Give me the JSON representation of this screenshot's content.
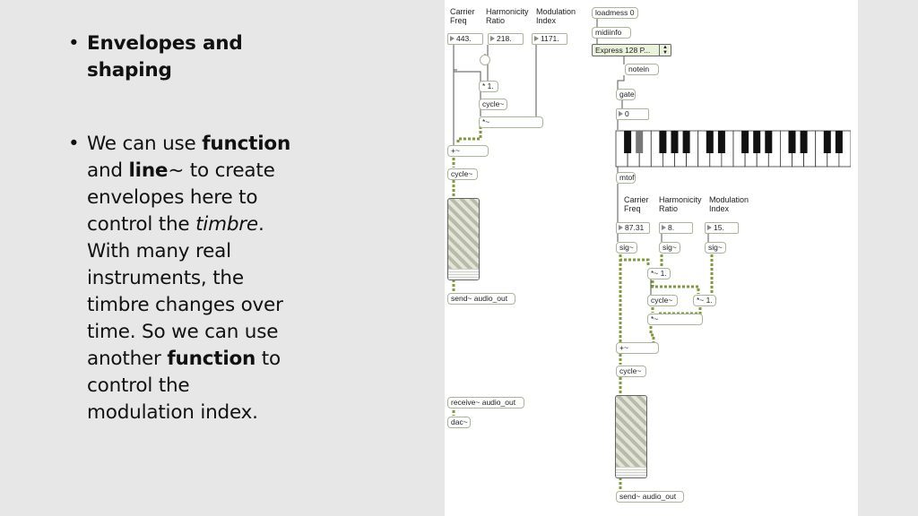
{
  "slide": {
    "bullet1": "Envelopes and shaping",
    "bullet2": {
      "t1": "We can use ",
      "b1": "function",
      "t2": " and ",
      "b2": "line",
      "t3": "~ to create envelopes here to control the ",
      "i1": "timbre",
      "t4": ". With many real instruments, the timbre changes over time. So we can use another ",
      "b3": "function",
      "t5": " to control the modulation index."
    },
    "bullet_glyph": "•"
  },
  "patch_left": {
    "labels": {
      "carrier": "Carrier\nFreq",
      "harmonicity": "Harmonicity\nRatio",
      "modulation": "Modulation\nIndex"
    },
    "carrier_value": "443.",
    "harmonicity_value": "218.",
    "modulation_value": "1171.",
    "mul_one": "* 1.",
    "cycle_mod": "cycle~",
    "mul_sig": "*~",
    "plus_sig": "+~",
    "cycle_out": "cycle~",
    "send": "send~ audio_out",
    "receive": "receive~ audio_out",
    "dac": "dac~"
  },
  "patch_right": {
    "loadmess": "loadmess 0",
    "midiinfo": "midiinfo",
    "menu_value": "Express  128 P...",
    "notein": "notein",
    "gate": "gate",
    "number_value": "0",
    "mtof": "mtof",
    "labels": {
      "carrier": "Carrier\nFreq",
      "harmonicity": "Harmonicity\nRatio",
      "modulation": "Modulation\nIndex"
    },
    "carrier_value": "87.31",
    "harmonicity_value": "8.",
    "modulation_value": "15.",
    "sig1": "sig~",
    "sig2": "sig~",
    "sig3": "sig~",
    "mul_one": "*~ 1.",
    "cycle_mod": "cycle~",
    "mul_one_b": "*~ 1.",
    "mul_sig": "*~",
    "plus_sig": "+~",
    "cycle_out": "cycle~",
    "send": "send~ audio_out"
  },
  "colors": {
    "slide_bg": "#e7e7e7",
    "patch_bg": "#ffffff",
    "object_border": "#aab59a",
    "signal_wire": "#7f9a3a",
    "menu_bg": "#eaf2dc"
  }
}
